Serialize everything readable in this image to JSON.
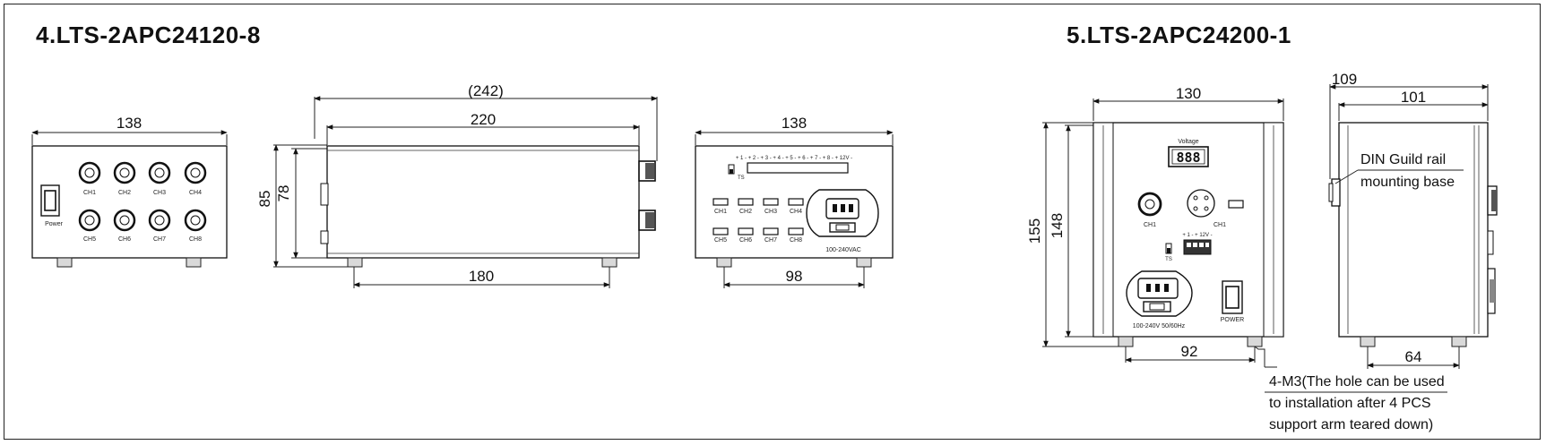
{
  "titles": {
    "model_4": "4.LTS-2APC24120-8",
    "model_5": "5.LTS-2APC24200-1"
  },
  "model_4": {
    "front": {
      "width_dim": "138",
      "channels_top": [
        "CH1",
        "CH2",
        "CH3",
        "CH4"
      ],
      "channels_bottom": [
        "CH5",
        "CH6",
        "CH7",
        "CH8"
      ],
      "power_label": "Power"
    },
    "side": {
      "overall_length_dim": "(242)",
      "body_length_dim": "220",
      "total_height_dim": "85",
      "body_height_dim": "78",
      "feet_spacing_dim": "180"
    },
    "rear": {
      "width_dim": "138",
      "terminal_label": "+ 1 - + 2 - + 3 - + 4 - + 5 - + 6 - + 7 - + 8 - + 12V -",
      "ts_label": "TS",
      "outputs_top": [
        "CH1",
        "CH2",
        "CH3",
        "CH4"
      ],
      "outputs_bottom": [
        "CH5",
        "CH6",
        "CH7",
        "CH8"
      ],
      "ac_label": "100-240VAC",
      "feet_spacing_dim": "98"
    }
  },
  "model_5": {
    "front": {
      "width_dim": "130",
      "total_height_dim": "155",
      "body_height_dim": "148",
      "voltage_label": "Voltage",
      "display_value": "888",
      "knob_label": "CH1",
      "connector_label": "CH1",
      "ts_label": "TS",
      "terminal_label": "+ 1 - + 12V -",
      "ac_label": "100-240V 50/60Hz",
      "power_label": "POWER",
      "feet_spacing_dim": "92",
      "hole_note_lines": [
        "4-M3(The hole can be used",
        "to installation after 4 PCS",
        "support arm teared down)"
      ]
    },
    "side": {
      "overall_depth_dim": "109",
      "body_depth_dim": "101",
      "din_note_lines": [
        "DIN Guild rail",
        "mounting base"
      ],
      "feet_spacing_dim": "64"
    }
  }
}
